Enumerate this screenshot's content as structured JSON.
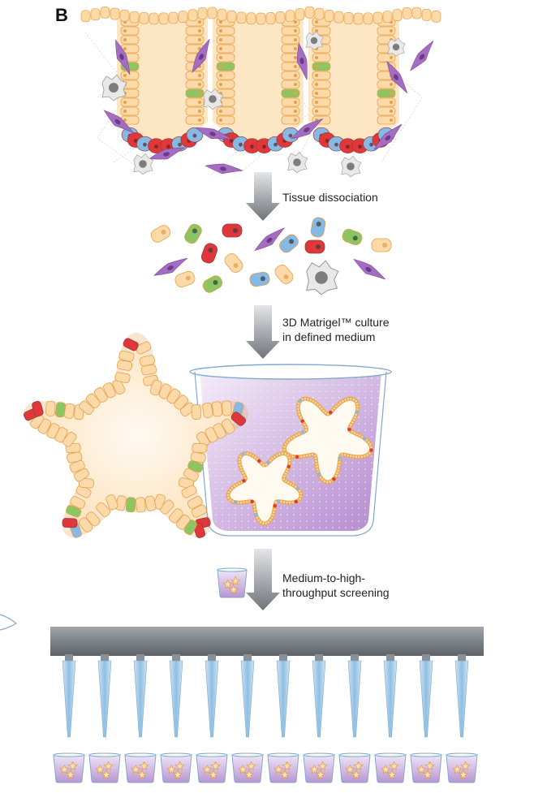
{
  "panel_letter": "B",
  "steps": [
    {
      "label": "Tissue dissociation"
    },
    {
      "label": "3D Matrigel™ culture\nin defined medium"
    },
    {
      "label": "Medium-to-high-\nthroughput screening"
    }
  ],
  "colors": {
    "epithelium": "#fbd9a8",
    "epithelium_dark": "#e6a04a",
    "lumen": "#fde6c4",
    "paneth_red": "#e0383a",
    "stem_blue": "#86b9e4",
    "goblet_green": "#8cc562",
    "fibroblast_purple": "#a56dc1",
    "macrophage_grey": "#b7b7b7",
    "gel_purple": "#c9a7dc",
    "arrow_grey": "#8f949a",
    "pipette_blue": "#a9cde9",
    "bar_grey": "#7f868c"
  },
  "icons": {
    "arrow": "down-arrow-icon",
    "well": "culture-well-icon",
    "pipette": "pipette-tip-icon"
  }
}
